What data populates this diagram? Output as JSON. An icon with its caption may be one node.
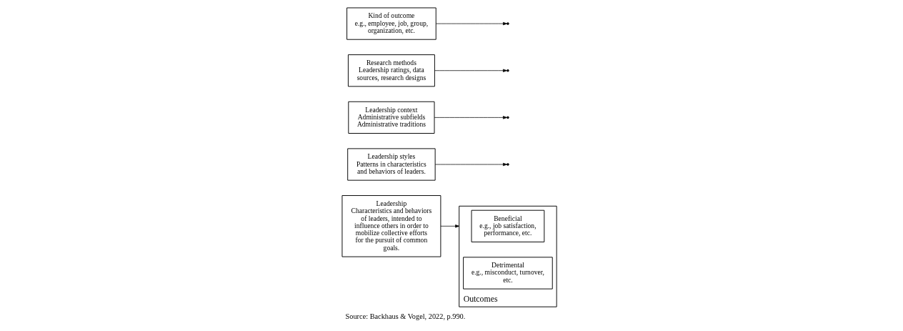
{
  "diagram": {
    "caption": "Source: Backhaus & Vogel, 2022, p.990.",
    "nodes": [
      {
        "text": [
          "Leadership",
          "Characteristics and behaviors of leaders, intended to influence others in order to mobilize collective efforts for the pursuit of common goals."
        ]
      },
      {
        "text": [
          "Leadership styles",
          "Patterns in characteristics and behaviors of leaders."
        ]
      },
      {
        "text": [
          "Leadership context",
          "Administrative subfields Administrative traditions"
        ]
      },
      {
        "text": [
          "Outcomes"
        ]
      },
      {
        "text": [
          "Beneficial",
          "e.g., job satisfaction, performance, etc."
        ],
        "in": 3
      },
      {
        "text": [
          "Detrimental",
          "e.g., misconduct, turnover, etc."
        ],
        "in": 3
      },
      {
        "text": [
          "Research methods",
          "Leadership ratings, data sources, research designs"
        ]
      },
      {
        "text": [
          "Kind of outcome",
          "e.g., employee, job, group, organization, etc."
        ]
      }
    ],
    "edges": [
      {
        "from": 0,
        "to": 3,
        "arrow": "to"
      },
      {
        "from": 1,
        "to": null,
        "arrow": "to"
      },
      {
        "from": 2,
        "to": null,
        "arrow": "to"
      },
      {
        "from": 6,
        "to": null,
        "arrow": "to"
      },
      {
        "from": 7,
        "to": null,
        "arrow": "to"
      }
    ]
  }
}
